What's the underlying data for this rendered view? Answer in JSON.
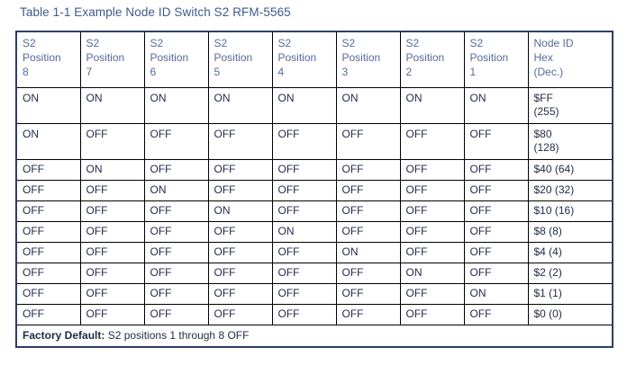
{
  "title": "Table 1-1 Example Node ID Switch S2 RFM-5565",
  "colors": {
    "title_text": "#3d5a8c",
    "header_text": "#56699a",
    "body_text": "#1f2a44",
    "outer_border": "#2c3e66",
    "inner_border": "#000000",
    "background": "#ffffff"
  },
  "table": {
    "headers": [
      {
        "line1": "S2",
        "line2": "Position",
        "line3": "8"
      },
      {
        "line1": "S2",
        "line2": "Position",
        "line3": "7"
      },
      {
        "line1": "S2",
        "line2": "Position",
        "line3": "6"
      },
      {
        "line1": "S2",
        "line2": "Position",
        "line3": "5"
      },
      {
        "line1": "S2",
        "line2": "Position",
        "line3": "4"
      },
      {
        "line1": "S2",
        "line2": "Position",
        "line3": "3"
      },
      {
        "line1": "S2",
        "line2": "Position",
        "line3": "2"
      },
      {
        "line1": "S2",
        "line2": "Position",
        "line3": "1"
      },
      {
        "line1": "Node ID",
        "line2": "Hex",
        "line3": "(Dec.)"
      }
    ],
    "rows": [
      {
        "switches": [
          "ON",
          "ON",
          "ON",
          "ON",
          "ON",
          "ON",
          "ON",
          "ON"
        ],
        "node_id_line1": "$FF",
        "node_id_line2": "(255)",
        "tall": true
      },
      {
        "switches": [
          "ON",
          "OFF",
          "OFF",
          "OFF",
          "OFF",
          "OFF",
          "OFF",
          "OFF"
        ],
        "node_id_line1": "$80",
        "node_id_line2": "(128)",
        "tall": true
      },
      {
        "switches": [
          "OFF",
          "ON",
          "OFF",
          "OFF",
          "OFF",
          "OFF",
          "OFF",
          "OFF"
        ],
        "node_id_line1": "$40 (64)",
        "node_id_line2": "",
        "tall": false
      },
      {
        "switches": [
          "OFF",
          "OFF",
          "ON",
          "OFF",
          "OFF",
          "OFF",
          "OFF",
          "OFF"
        ],
        "node_id_line1": "$20 (32)",
        "node_id_line2": "",
        "tall": false
      },
      {
        "switches": [
          "OFF",
          "OFF",
          "OFF",
          "ON",
          "OFF",
          "OFF",
          "OFF",
          "OFF"
        ],
        "node_id_line1": "$10 (16)",
        "node_id_line2": "",
        "tall": false
      },
      {
        "switches": [
          "OFF",
          "OFF",
          "OFF",
          "OFF",
          "ON",
          "OFF",
          "OFF",
          "OFF"
        ],
        "node_id_line1": "$8 (8)",
        "node_id_line2": "",
        "tall": false
      },
      {
        "switches": [
          "OFF",
          "OFF",
          "OFF",
          "OFF",
          "OFF",
          "ON",
          "OFF",
          "OFF"
        ],
        "node_id_line1": "$4 (4)",
        "node_id_line2": "",
        "tall": false
      },
      {
        "switches": [
          "OFF",
          "OFF",
          "OFF",
          "OFF",
          "OFF",
          "OFF",
          "ON",
          "OFF"
        ],
        "node_id_line1": "$2 (2)",
        "node_id_line2": "",
        "tall": false
      },
      {
        "switches": [
          "OFF",
          "OFF",
          "OFF",
          "OFF",
          "OFF",
          "OFF",
          "OFF",
          "ON"
        ],
        "node_id_line1": "$1 (1)",
        "node_id_line2": "",
        "tall": false
      },
      {
        "switches": [
          "OFF",
          "OFF",
          "OFF",
          "OFF",
          "OFF",
          "OFF",
          "OFF",
          "OFF"
        ],
        "node_id_line1": "$0 (0)",
        "node_id_line2": "",
        "tall": false
      }
    ],
    "footer": {
      "label": "Factory Default:",
      "text": " S2 positions 1 through 8 OFF"
    }
  }
}
